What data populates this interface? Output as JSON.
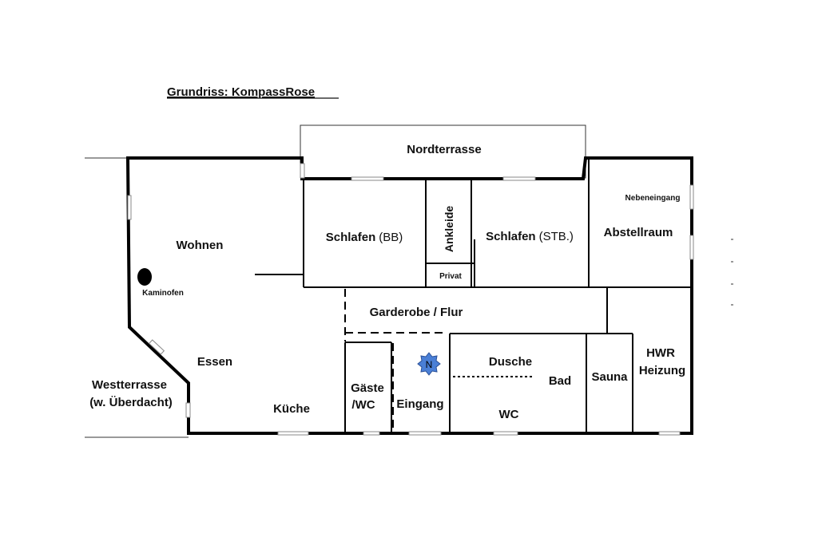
{
  "title": "Grundriss: KompassRose",
  "rooms": {
    "nordterrasse": "Nordterrasse",
    "wohnen": "Wohnen",
    "kaminofen": "Kaminofen",
    "essen": "Essen",
    "westterrasse_1": "Westterrasse",
    "westterrasse_2": "(w. Überdacht)",
    "kueche": "Küche",
    "schlafen_bb": "Schlafen",
    "schlafen_bb_suffix": "(BB)",
    "ankleide": "Ankleide",
    "privat": "Privat",
    "schlafen_stb": "Schlafen",
    "schlafen_stb_suffix": "(STB.)",
    "abstellraum": "Abstellraum",
    "nebeneingang": "Nebeneingang",
    "garderobe": "Garderobe / Flur",
    "gaeste_1": "Gäste",
    "gaeste_2": "/WC",
    "eingang": "Eingang",
    "dusche": "Dusche",
    "bad": "Bad",
    "wc": "WC",
    "sauna": "Sauna",
    "hwr": "HWR",
    "heizung": "Heizung"
  },
  "compass": {
    "letter": "N",
    "color": "#4a7fd6"
  },
  "colors": {
    "wall": "#000000",
    "window": "#9ab3a0"
  }
}
